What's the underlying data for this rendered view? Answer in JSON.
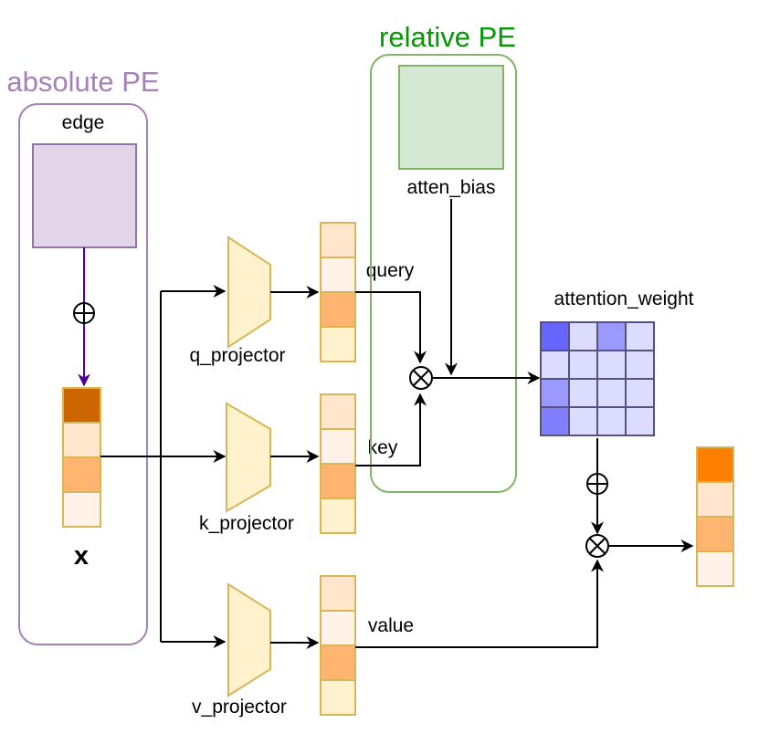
{
  "groups": {
    "absolute_pe": {
      "title": "absolute PE",
      "color": "#a680b8"
    },
    "relative_pe": {
      "title": "relative PE",
      "color": "#009900"
    }
  },
  "labels": {
    "edge": "edge",
    "x": "x",
    "atten_bias": "atten_bias",
    "attention_weight": "attention_weight",
    "query": "query",
    "key": "key",
    "value": "value",
    "q_projector": "q_projector",
    "k_projector": "k_projector",
    "v_projector": "v_projector"
  },
  "operators": {
    "add_symbol": "⊕",
    "multiply_symbol": "⊗"
  },
  "colors": {
    "edge_fill": "#e1d5e7",
    "edge_stroke": "#9673a6",
    "bias_fill": "#d5e8d4",
    "bias_stroke": "#82b366",
    "projector_fill": "#fff2cc",
    "projector_stroke": "#d6b656",
    "purple_arrow": "#4c0099",
    "x_cells": [
      "#cc6600",
      "#ffe6cc",
      "#ffb570",
      "#fff2e8"
    ],
    "query_cells": [
      "#ffe6cc",
      "#fff2e8",
      "#ffb570",
      "#fff2cc"
    ],
    "output_cells": [
      "#ff8000",
      "#ffe6cc",
      "#ffb570",
      "#fff2e8"
    ],
    "matrix_cells": [
      [
        "#6666ff",
        "#dcdcff",
        "#9999ff",
        "#dcdcff"
      ],
      [
        "#dcdcff",
        "#dcdcff",
        "#dcdcff",
        "#dcdcff"
      ],
      [
        "#9999ff",
        "#dcdcff",
        "#dcdcff",
        "#dcdcff"
      ],
      [
        "#7f7fff",
        "#dcdcff",
        "#dcdcff",
        "#dcdcff"
      ]
    ]
  }
}
